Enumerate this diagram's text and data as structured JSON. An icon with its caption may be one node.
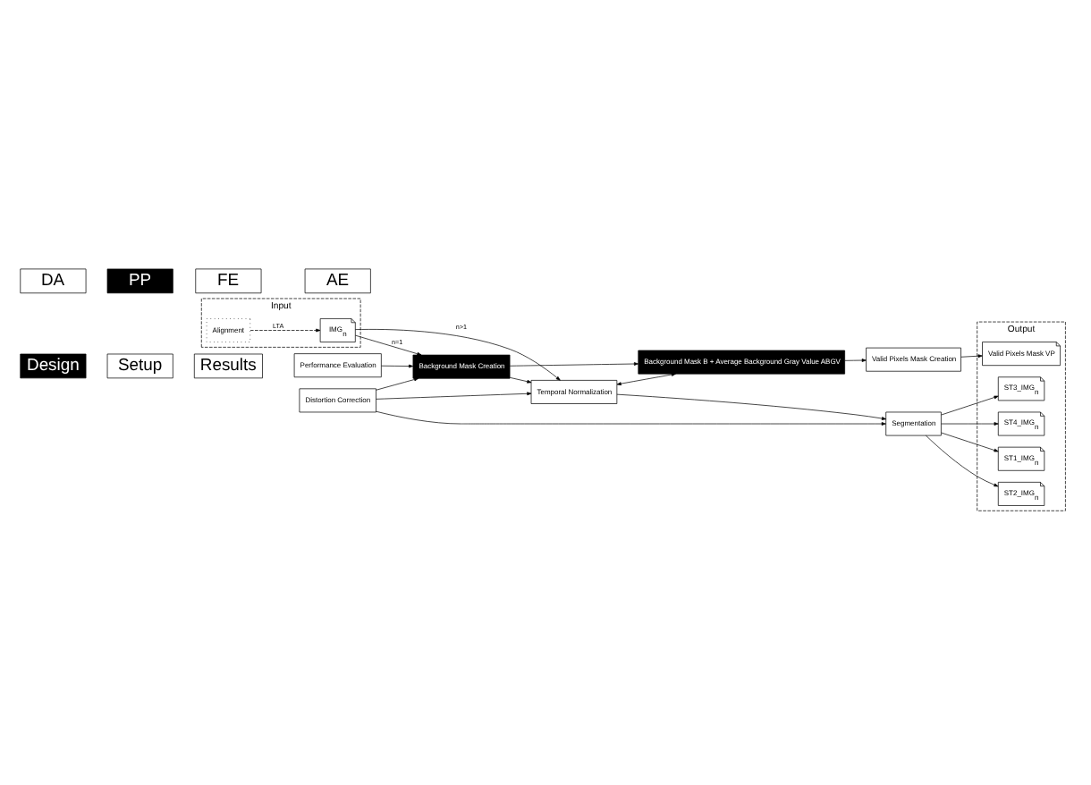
{
  "diagram": {
    "nodes": [
      {
        "text": [
          "Design"
        ]
      },
      {
        "text": [
          "Setup"
        ]
      },
      {
        "text": [
          "Results"
        ]
      },
      {
        "text": [
          "DA"
        ]
      },
      {
        "text": [
          "PP"
        ]
      },
      {
        "text": [
          "FE"
        ]
      },
      {
        "text": [
          "AE"
        ]
      },
      {
        "text": [
          "Input"
        ]
      },
      {
        "text": [
          "IMG$_{n}$"
        ],
        "in": 7
      },
      {
        "text": [
          "Alignment"
        ],
        "in": 7
      },
      {
        "text": [
          "Performance Evaluation"
        ]
      },
      {
        "text": [
          "Distortion Correction"
        ]
      },
      {
        "text": [
          "Background Mask Creation"
        ]
      },
      {
        "text": [
          "Temporal Normalization"
        ]
      },
      {
        "text": [
          "Segmentation"
        ]
      },
      {
        "text": [
          "Background Mask B + Average Background Gray Value ABGV"
        ]
      },
      {
        "text": [
          "Valid Pixels Mask Creation"
        ]
      },
      {
        "text": [
          "Output"
        ]
      },
      {
        "text": [
          "ST1_IMG$_{n}$"
        ],
        "in": 17
      },
      {
        "text": [
          "ST2_IMG$_{n}$"
        ],
        "in": 17
      },
      {
        "text": [
          "ST3_IMG$_{n}$"
        ],
        "in": 17
      },
      {
        "text": [
          "ST4_IMG$_{n}$"
        ],
        "in": 17
      },
      {
        "text": [
          "Valid Pixels Mask VP"
        ],
        "in": 17
      }
    ],
    "edges": [
      {
        "from": 9,
        "to": 8,
        "arrow": "to",
        "label": "LTA",
        "style": "dashed"
      },
      {
        "from": 8,
        "to": 13,
        "arrow": "to",
        "label": "n>1"
      },
      {
        "from": 8,
        "to": 12,
        "arrow": "to",
        "label": "n=1"
      },
      {
        "from": 10,
        "to": 12,
        "arrow": "to"
      },
      {
        "from": 11,
        "to": 12,
        "arrow": "to"
      },
      {
        "from": 11,
        "to": 13,
        "arrow": "to"
      },
      {
        "from": 11,
        "to": 14,
        "arrow": "to"
      },
      {
        "from": 12,
        "to": 13,
        "arrow": "to"
      },
      {
        "from": 12,
        "to": 15,
        "arrow": "to"
      },
      {
        "from": 13,
        "to": 15,
        "arrow": "both"
      },
      {
        "from": 13,
        "to": 14,
        "arrow": "to"
      },
      {
        "from": 14,
        "to": 18,
        "arrow": "to"
      },
      {
        "from": 14,
        "to": 19,
        "arrow": "to"
      },
      {
        "from": 14,
        "to": 20,
        "arrow": "to"
      },
      {
        "from": 14,
        "to": 21,
        "arrow": "to"
      },
      {
        "from": 15,
        "to": 16,
        "arrow": "to"
      },
      {
        "from": 16,
        "to": 22,
        "arrow": "to"
      }
    ]
  }
}
